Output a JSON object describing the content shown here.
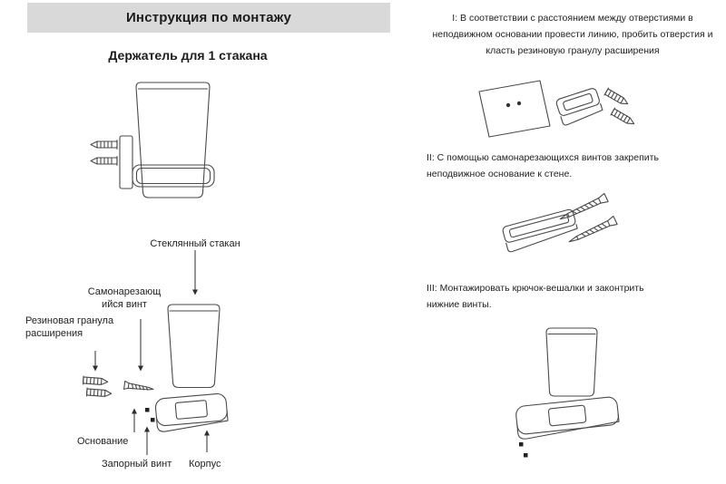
{
  "page": {
    "title": "Инструкция по монтажу",
    "subtitle": "Держатель для 1 стакана"
  },
  "colors": {
    "header_bar_bg": "#d9d9d9",
    "text": "#1c1c1c",
    "line_art": "#4a4a4a"
  },
  "exploded_diagram": {
    "labels": {
      "glass": "Стеклянный стакан",
      "self_tapping_screw": "Самонарезающийся винт",
      "rubber_granule": "Резиновая гранула расширения",
      "base": "Основание",
      "lock_screw": "Запорный винт",
      "body": "Корпус"
    }
  },
  "steps": [
    {
      "id": "I",
      "text": "I: В соответствии с расстоянием между отверстиями в неподвижном основании провести линию, пробить отверстия и класть резиновую гранулу расширения"
    },
    {
      "id": "II",
      "text": "II: С помощью самонарезающихся винтов закрепить неподвижное основание к стене."
    },
    {
      "id": "III",
      "text": "III: Монтажировать крючок-вешалки и законтрить нижние винты."
    }
  ]
}
